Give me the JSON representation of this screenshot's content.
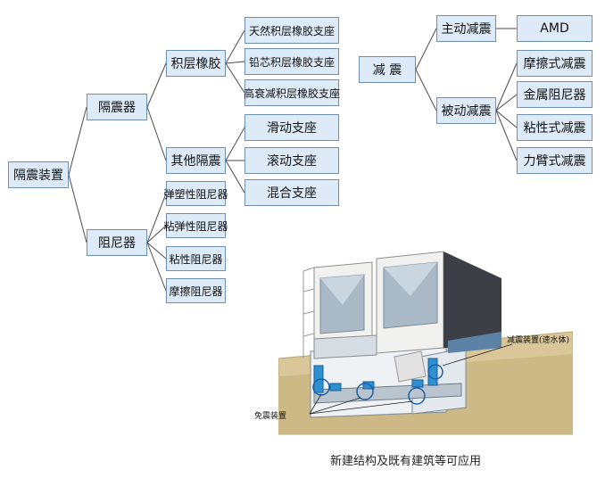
{
  "left_tree": {
    "root": "隔震装置",
    "level1": [
      "隔震器",
      "阻尼器"
    ],
    "isolator_children": [
      "积层橡胶",
      "其他隔震"
    ],
    "rubber_children": [
      "天然积层橡胶支座",
      "铅芯积层橡胶支座",
      "高衰减积层橡胶支座"
    ],
    "other_children": [
      "滑动支座",
      "滚动支座",
      "混合支座"
    ],
    "damper_children": [
      "弹塑性阻尼器",
      "粘弹性阻尼器",
      "粘性阻尼器",
      "摩擦阻尼器"
    ]
  },
  "right_tree": {
    "root": "减 震",
    "level1": [
      "主动减震",
      "被动减震"
    ],
    "active_children": [
      "AMD"
    ],
    "passive_children": [
      "摩擦式减震",
      "金属阻尼器",
      "粘性式减震",
      "力臂式减震"
    ]
  },
  "illustration": {
    "label_isolation": "免震装置",
    "label_damping": "减震装置(速水体)",
    "caption": "新建结构及既有建筑等可应用"
  },
  "colors": {
    "box_fill": "#dcebf7",
    "box_border": "#6f8fb3",
    "line": "#4a4a4a"
  }
}
